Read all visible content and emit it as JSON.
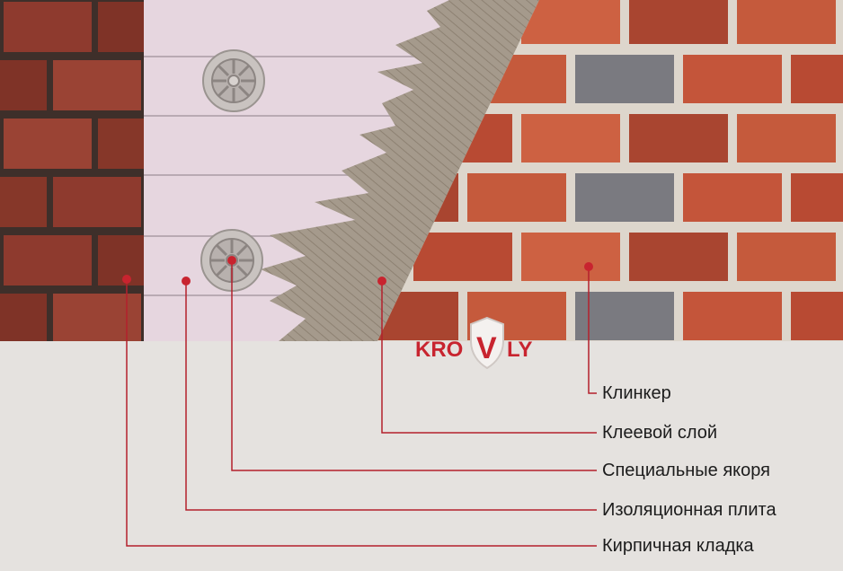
{
  "logo": {
    "prefix": "KRO",
    "mark": "V",
    "suffix": "LY",
    "color": "#c8242f"
  },
  "labels": [
    {
      "id": "klinker",
      "text": "Клинкер"
    },
    {
      "id": "glue",
      "text": "Клеевой слой"
    },
    {
      "id": "anchors",
      "text": "Специальные якоря"
    },
    {
      "id": "insulation",
      "text": "Изоляционная плита"
    },
    {
      "id": "masonry",
      "text": "Кирпичная кладка"
    }
  ],
  "colors": {
    "leader_line": "#b3202c",
    "brick_dark": "#8e3a2e",
    "mortar_dark": "#3e2f2a",
    "insulation": "#e6d6df",
    "adhesive": "#a59a8c",
    "clinker": "#c4553a",
    "clinker_joint": "#ddd6cc",
    "panel_bg": "#e5e2df"
  }
}
